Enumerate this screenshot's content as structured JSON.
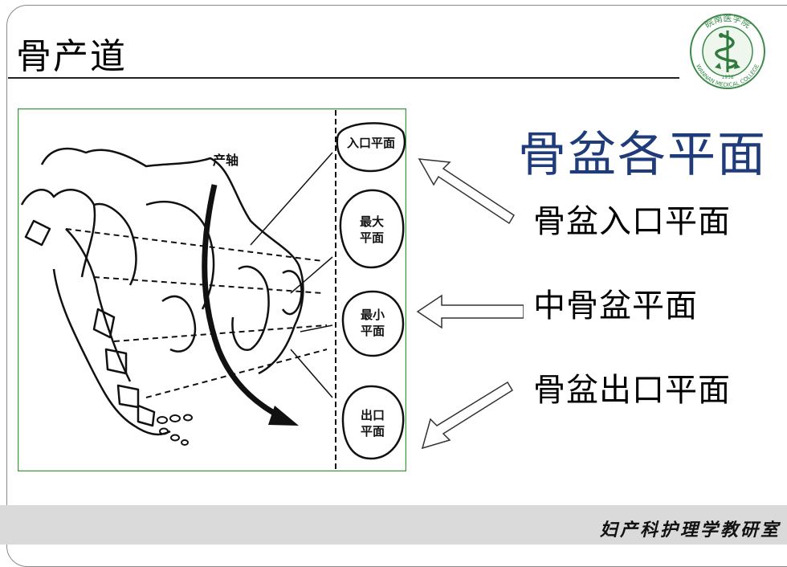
{
  "slide": {
    "title": "骨产道",
    "heading": "骨盆各平面",
    "planes": [
      "骨盆入口平面",
      "中骨盆平面",
      "骨盆出口平面"
    ],
    "footer": "妇产科护理学教研室"
  },
  "figure": {
    "axis_label": "产轴",
    "ovals": [
      {
        "line1": "入口平面",
        "line2": ""
      },
      {
        "line1": "最大",
        "line2": "平面"
      },
      {
        "line1": "最小",
        "line2": "平面"
      },
      {
        "line1": "出口",
        "line2": "平面"
      }
    ]
  },
  "logo": {
    "text_top": "皖南医学院",
    "text_bottom": "WANNAN MEDICAL COLLEGE",
    "year": "1958"
  },
  "colors": {
    "heading": "#1f3b7a",
    "logo_green": "#3b8a4a",
    "figure_border": "#3f9a3f"
  },
  "icons": [
    "caduceus-icon",
    "hollow-arrow-icon"
  ]
}
